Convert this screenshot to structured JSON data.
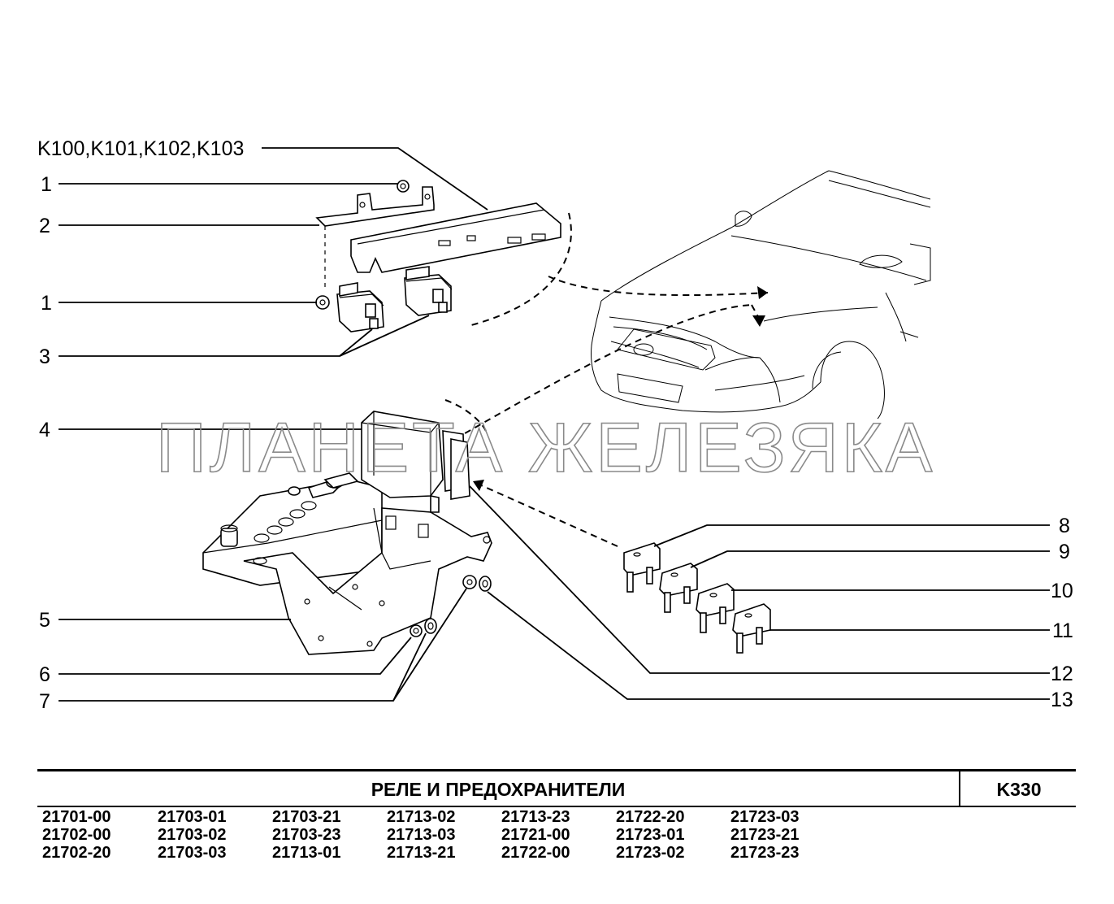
{
  "callouts": {
    "k_group": "K100,K101,K102,K103",
    "c1a": "1",
    "c2": "2",
    "c1b": "1",
    "c3": "3",
    "c4": "4",
    "c5": "5",
    "c6": "6",
    "c7": "7",
    "c8": "8",
    "c9": "9",
    "c10": "10",
    "c11": "11",
    "c12": "12",
    "c13": "13"
  },
  "watermark": "ПЛАНЕТА ЖЕЛЕЗЯКА",
  "title_block": {
    "title": "РЕЛЕ   И   ПРЕДОХРАНИТЕЛИ",
    "code": "K330"
  },
  "models": [
    [
      "21701-00",
      "21702-00",
      "21702-20"
    ],
    [
      "21703-01",
      "21703-02",
      "21703-03"
    ],
    [
      "21703-21",
      "21703-23",
      "21713-01"
    ],
    [
      "21713-02",
      "21713-03",
      "21713-21"
    ],
    [
      "21713-23",
      "21721-00",
      "21722-00"
    ],
    [
      "21722-20",
      "21723-01",
      "21723-02"
    ],
    [
      "21723-03",
      "21723-21",
      "21723-23"
    ]
  ]
}
